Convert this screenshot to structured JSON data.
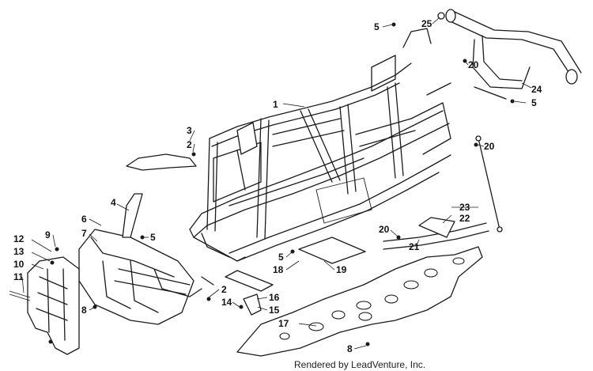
{
  "diagram": {
    "callouts": [
      {
        "id": "c1",
        "text": "1"
      },
      {
        "id": "c2a",
        "text": "2"
      },
      {
        "id": "c2b",
        "text": "2"
      },
      {
        "id": "c3",
        "text": "3"
      },
      {
        "id": "c4",
        "text": "4"
      },
      {
        "id": "c5a",
        "text": "5"
      },
      {
        "id": "c5b",
        "text": "5"
      },
      {
        "id": "c5c",
        "text": "5"
      },
      {
        "id": "c5d",
        "text": "5"
      },
      {
        "id": "c6",
        "text": "6"
      },
      {
        "id": "c7",
        "text": "7"
      },
      {
        "id": "c8a",
        "text": "8"
      },
      {
        "id": "c8b",
        "text": "8"
      },
      {
        "id": "c9",
        "text": "9"
      },
      {
        "id": "c10",
        "text": "10"
      },
      {
        "id": "c11",
        "text": "11"
      },
      {
        "id": "c12",
        "text": "12"
      },
      {
        "id": "c13",
        "text": "13"
      },
      {
        "id": "c14",
        "text": "14"
      },
      {
        "id": "c15",
        "text": "15"
      },
      {
        "id": "c16",
        "text": "16"
      },
      {
        "id": "c17",
        "text": "17"
      },
      {
        "id": "c18",
        "text": "18"
      },
      {
        "id": "c19",
        "text": "19"
      },
      {
        "id": "c20a",
        "text": "20"
      },
      {
        "id": "c20b",
        "text": "20"
      },
      {
        "id": "c20c",
        "text": "20"
      },
      {
        "id": "c21",
        "text": "21"
      },
      {
        "id": "c22",
        "text": "22"
      },
      {
        "id": "c23",
        "text": "23"
      },
      {
        "id": "c24",
        "text": "24"
      },
      {
        "id": "c25",
        "text": "25"
      }
    ],
    "caption": "Rendered by LeadVenture, Inc."
  }
}
